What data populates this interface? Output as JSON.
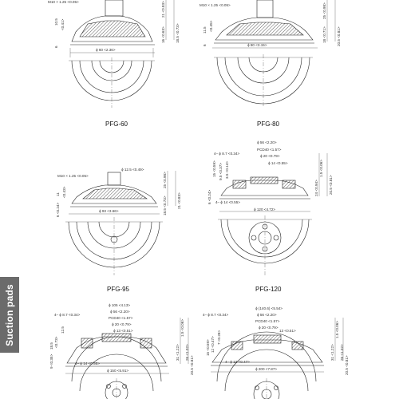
{
  "section_tab": "Suction pads",
  "pfg60": {
    "caption": "PFG-60",
    "thread": "M10 × 1.25 <0.05>",
    "overall_height": "10.5",
    "height_in": "<0.41>",
    "pad_height": "6",
    "dim_21": "21 <0.83>",
    "dim_16": "16 <0.63>",
    "dim_18_5": "18.5 <0.73>",
    "diameter": "ϕ 60 <2.36>"
  },
  "pfg80": {
    "caption": "PFG-80",
    "thread": "M10 × 1.25 <0.05>",
    "overall_height": "11.5",
    "height_in": "<0.45>",
    "pad_height": "6",
    "dim_25": "25 <0.98>",
    "dim_18": "18 <0.71>",
    "dim_20_5": "20.5 <0.81>",
    "diameter": "ϕ 80 <3.15>"
  },
  "pfg95": {
    "caption": "PFG-95",
    "thread": "M10 × 1.25 <0.05>",
    "overall_height": "11",
    "height_in": "<0.43>",
    "pad_height": "6 <0.24>",
    "top_dia": "ϕ 12.5 <0.49>",
    "dim_25": "25 <0.98>",
    "dim_18_5": "18.5 <0.73>",
    "dim_21": "21 <0.83>",
    "diameter": "ϕ 93 <3.66>"
  },
  "pfg120": {
    "caption": "PFG-120",
    "holes": "4– ϕ 8.7 <0.34>",
    "dia_56": "ϕ 56 <2.20>",
    "pcd": "PCD40 <1.57>",
    "dia_20": "ϕ 20 <0.79>",
    "dia_14": "ϕ 14 <0.55>",
    "dim_15": "15 <0.59>",
    "dim_9_5": "9.5 <0.37>",
    "dim_3_5": "3.5 <0.14>",
    "dim_24": "24 <0.94>",
    "dim_1_5": "1.5 <0.06>",
    "dim_20_5": "20.5 <0.81>",
    "pad_height": "6 <0.24>",
    "bottom_holes": "4– ϕ 14 <0.55>",
    "diameter": "ϕ 120 <4.72>"
  },
  "pfg150": {
    "holes": "4– ϕ 8.7 <0.34>",
    "dia_105": "ϕ 105 <4.13>",
    "dia_56": "ϕ 56 <2.20>",
    "pcd": "PCD40 <1.57>",
    "dia_20": "ϕ 20 <0.79>",
    "dia_13": "ϕ 13 <0.51>",
    "overall_height": "18.5",
    "height_in": "<0.73>",
    "dim_12_5": "12.5",
    "pad_height": "9 <0.35>",
    "dim_31": "31 <1.22>",
    "dim_1_5": "1.5 <0.06>",
    "dim_26": "26 <1.02>",
    "dim_20_5": "20.5 <0.81>",
    "bottom_holes": "4– ϕ 14 <0.55>",
    "diameter": "ϕ 150 <5.91>"
  },
  "pfg200": {
    "holes": "4– ϕ 8.7 <0.34>",
    "dia_140": "ϕ (140.6) <5.54>",
    "dia_56": "ϕ 56 <2.20>",
    "pcd": "PCD40 <1.57>",
    "dia_20": "ϕ 20 <0.79>",
    "dim_13": "13 <0.51>",
    "dim_15": "15 <0.59>",
    "dim_12": "12 <0.47>",
    "dim_7": "7 <0.28>",
    "dim_31": "31 <1.22>",
    "dim_1_5": "1.5 <0.06>",
    "dim_26": "26 <1.02>",
    "dim_20_5": "20.5 <0.81>",
    "bottom_holes": "4– ϕ 12 <0.47>",
    "diameter": "ϕ 200 <7.87>"
  }
}
